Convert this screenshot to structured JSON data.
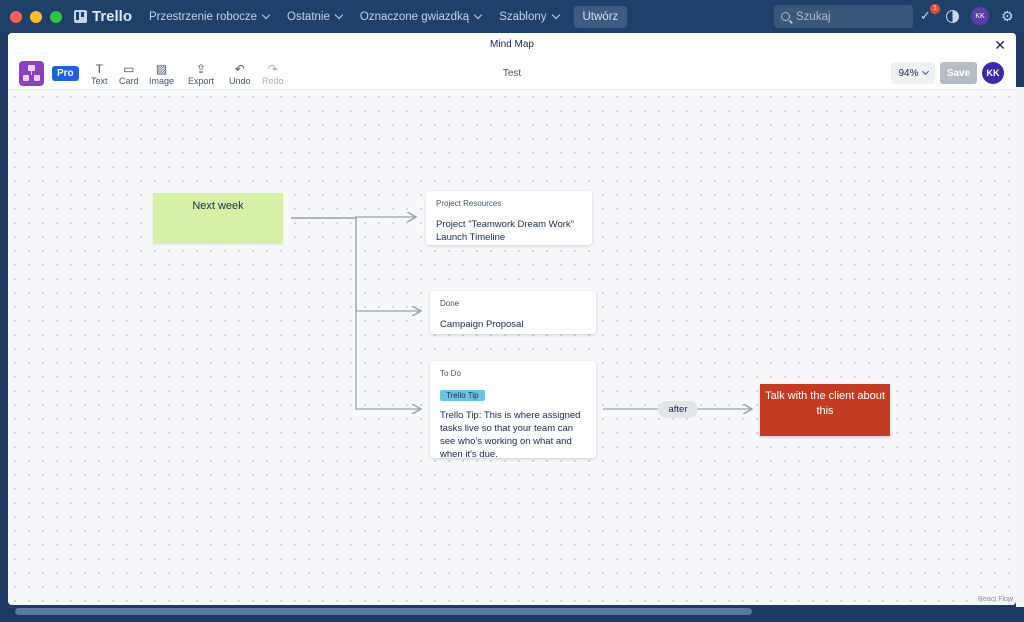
{
  "topbar": {
    "app_name": "Trello",
    "nav": [
      {
        "label": "Przestrzenie robocze"
      },
      {
        "label": "Ostatnie"
      },
      {
        "label": "Oznaczone gwiazdką"
      },
      {
        "label": "Szablony"
      }
    ],
    "create_label": "Utwórz",
    "search_placeholder": "Szukaj",
    "notification_count": "1",
    "avatar_initials": "KK"
  },
  "modal": {
    "title": "Mind Map",
    "board_name": "Test",
    "pro_badge": "Pro",
    "tools": {
      "text": "Text",
      "card": "Card",
      "image": "Image",
      "export": "Export",
      "undo": "Undo",
      "redo": "Redo"
    },
    "zoom": "94%",
    "save_label": "Save",
    "avatar_initials": "KK"
  },
  "canvas": {
    "sticky_note": "Next week",
    "cards": {
      "resources": {
        "list": "Project Resources",
        "title": "Project \"Teamwork Dream Work\" Launch Timeline"
      },
      "done": {
        "list": "Done",
        "title": "Campaign Proposal"
      },
      "todo": {
        "list": "To Do",
        "label": "Trello Tip",
        "text": "Trello Tip: This is where assigned tasks live so that your team can see who's working on what and when it's due."
      }
    },
    "edge_label": "after",
    "red_node": "Talk with the client about this",
    "attribution": "React Flow"
  },
  "colors": {
    "topbar": "#1f4068",
    "sticky": "#d6f0a8",
    "red_node": "#c23b22",
    "pro": "#1f5fe0",
    "tip_label": "#6cc3e0"
  }
}
